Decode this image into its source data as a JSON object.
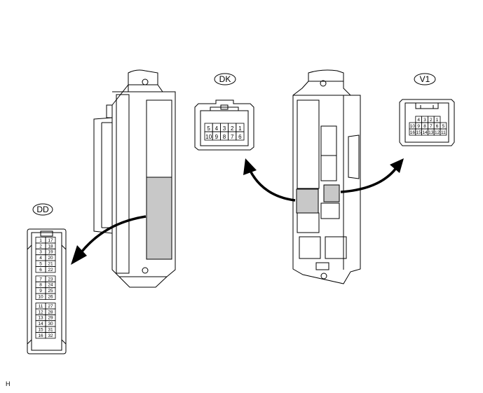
{
  "connectors": {
    "dd": {
      "label": "DD",
      "pins_left": [
        "1",
        "2",
        "3",
        "4",
        "5",
        "6",
        "7",
        "8",
        "9",
        "10",
        "11",
        "12",
        "13",
        "14",
        "15",
        "16"
      ],
      "pins_right": [
        "17",
        "18",
        "19",
        "20",
        "21",
        "22",
        "23",
        "24",
        "25",
        "26",
        "27",
        "28",
        "29",
        "30",
        "31",
        "32"
      ]
    },
    "dk": {
      "label": "DK",
      "row1": [
        "5",
        "4",
        "3",
        "2",
        "1"
      ],
      "row2": [
        "10",
        "9",
        "8",
        "7",
        "6"
      ]
    },
    "v1": {
      "label": "V1",
      "row1": [
        "4",
        "3",
        "2",
        "1"
      ],
      "row2": [
        "10",
        "9",
        "8",
        "7",
        "6",
        "5"
      ],
      "row3": [
        "16",
        "15",
        "14",
        "13",
        "12",
        "11"
      ]
    }
  },
  "footer_code": "H",
  "colors": {
    "line": "#000000",
    "highlight": "#c8c8c8",
    "background": "#ffffff"
  }
}
